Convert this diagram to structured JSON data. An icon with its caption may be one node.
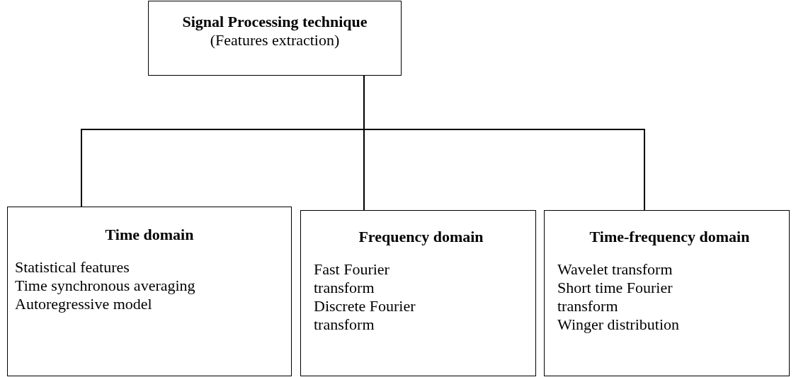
{
  "diagram": {
    "nodes": [
      {
        "text": [
          "Signal Processing technique",
          "(Features extraction)"
        ]
      },
      {
        "text": [
          "Time domain",
          "Statistical features",
          "Time synchronous averaging",
          "Autoregressive model"
        ]
      },
      {
        "text": [
          "Frequency domain",
          "Fast Fourier transform",
          "Discrete Fourier transform"
        ]
      },
      {
        "text": [
          "Time-frequency domain",
          "Wavelet transform",
          "Short time Fourier transform",
          "Winger distribution"
        ]
      }
    ],
    "edges": [
      {
        "from": 0,
        "to": 1,
        "arrow": "none"
      },
      {
        "from": 0,
        "to": 2,
        "arrow": "none"
      },
      {
        "from": 0,
        "to": 3,
        "arrow": "none"
      }
    ]
  }
}
